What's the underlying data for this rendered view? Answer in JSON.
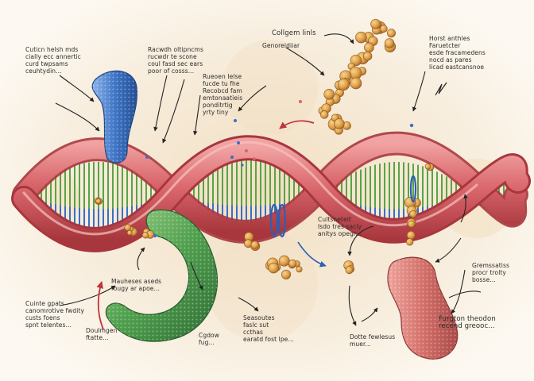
{
  "labels": {
    "top_left": "Cuticn helsh mds\ncially ecc annertic\ncurd twpsams\nceuhtydin...",
    "upper_mid_left": "Racwdh oltipncms\nrucwdr te scone\ncoul fasd sec ears\npoor of cosss...",
    "center_top": "Rueoen Ielse\nfucde tu fhe\nRecobcd fam\nemtonaatieis\nponditrtig\nyrty tiny",
    "collagen_title": "Collgem linls",
    "collagen_sub": "Genoreidiiar",
    "top_right": "Horst anthles\nFaruetcter\nesde fracamedens\nnocd as pares\nlicad eastcansnoe",
    "middle_right": "Cultsneteit\nlsdo tres sacly\nanitys opegr...",
    "right_mid": "Gremssatiss\nprocr trolty\nbosse...",
    "bottom_right": "Furgton theodon\nrecend greooc...",
    "lower_left_mid": "Mauheses aseds\nfougy ar apoe...",
    "bottom_left": "Cuinte gpats\ncanomrotive fwdity\ncusts foens\nspnt telentes...",
    "bottom_left_sub": "Doulmgen\nftatte...",
    "green_fiber": "Cgdow\nfug...",
    "bottom_center": "Seasoutes\nfaslc sut\nccthas\nearatd fost lpe...",
    "bottom_center_right": "Dotte fewlesus\nmuer..."
  },
  "colors": {
    "background": "#f7ecd8",
    "helix_red": "#d9666b",
    "helix_dark": "#a7363d",
    "rung_green": "#5aa347",
    "rung_blue": "#3a6fc4",
    "blue_protein": "#3f76c6",
    "green_protein": "#4f9f4d",
    "red_protein": "#d5706a",
    "orange_cluster": "#e0a04a"
  }
}
